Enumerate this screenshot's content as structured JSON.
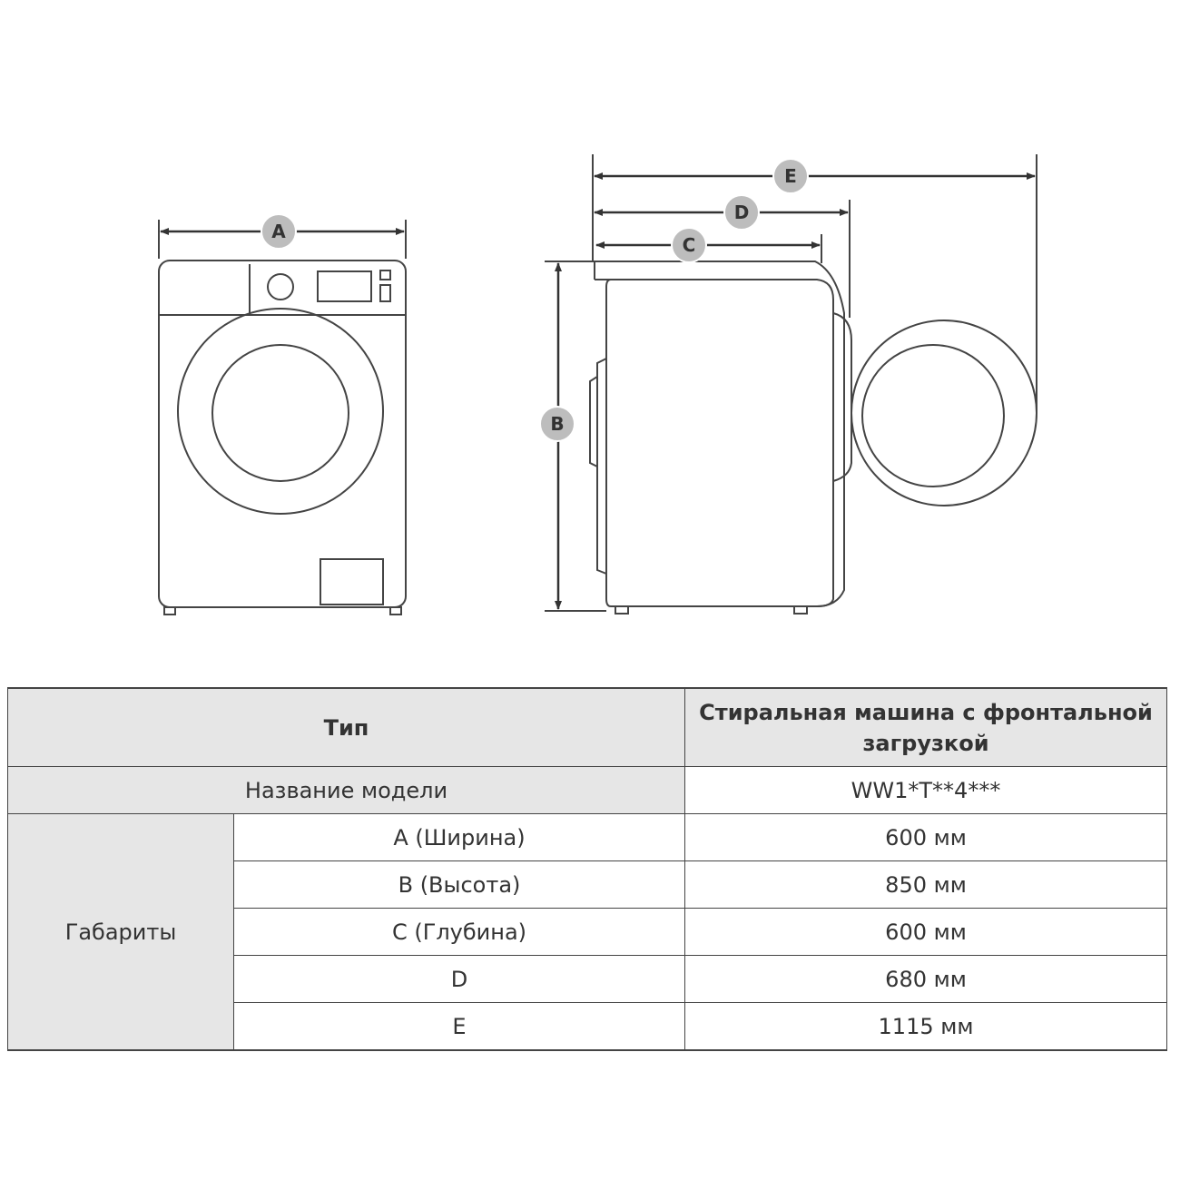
{
  "diagram": {
    "dimension_labels": {
      "a": "A",
      "b": "B",
      "c": "C",
      "d": "D",
      "e": "E"
    }
  },
  "table": {
    "type_label": "Тип",
    "type_value": "Стиральная машина с фронтальной загрузкой",
    "model_label": "Название модели",
    "model_value": "WW1*T**4***",
    "group_label": "Габариты",
    "rows": [
      {
        "label": "A (Ширина)",
        "value": "600 мм"
      },
      {
        "label": "B (Высота)",
        "value": "850 мм"
      },
      {
        "label": "C (Глубина)",
        "value": "600 мм"
      },
      {
        "label": "D",
        "value": "680 мм"
      },
      {
        "label": "E",
        "value": "1115 мм"
      }
    ]
  }
}
